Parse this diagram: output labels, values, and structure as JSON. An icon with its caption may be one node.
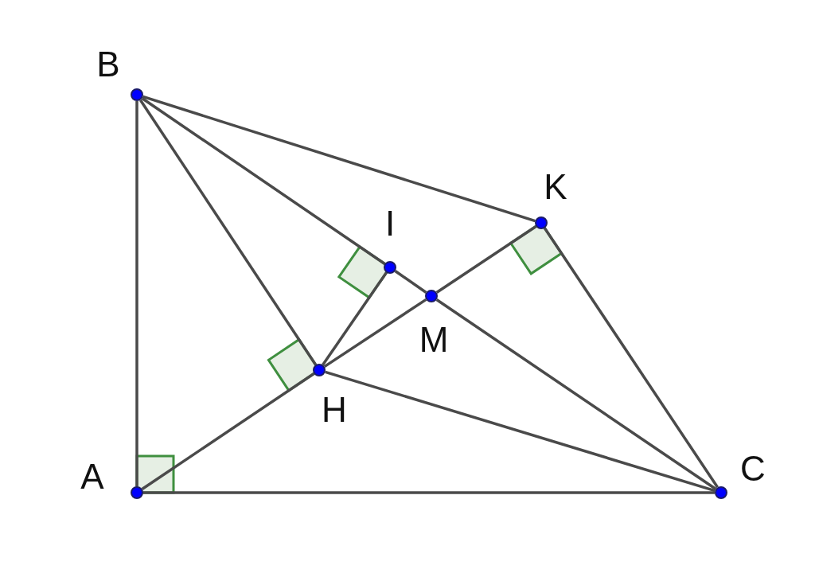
{
  "diagram": {
    "nodes": [
      {
        "text": [
          "B"
        ]
      },
      {
        "text": [
          "K"
        ]
      },
      {
        "text": [
          "I"
        ]
      },
      {
        "text": [
          "M"
        ]
      },
      {
        "text": [
          "H"
        ]
      },
      {
        "text": [
          "A"
        ]
      },
      {
        "text": [
          "C"
        ]
      }
    ],
    "edges": [
      {
        "from": 5,
        "to": 0,
        "arrow": "none"
      },
      {
        "from": 5,
        "to": 6,
        "arrow": "none"
      },
      {
        "from": 0,
        "to": 1,
        "arrow": "none"
      },
      {
        "from": 0,
        "to": 2,
        "arrow": "none"
      },
      {
        "from": 2,
        "to": 3,
        "arrow": "none"
      },
      {
        "from": 3,
        "to": 6,
        "arrow": "none"
      },
      {
        "from": 0,
        "to": 4,
        "arrow": "none"
      },
      {
        "from": 5,
        "to": 4,
        "arrow": "none"
      },
      {
        "from": 4,
        "to": 3,
        "arrow": "none"
      },
      {
        "from": 3,
        "to": 1,
        "arrow": "none"
      },
      {
        "from": 4,
        "to": 2,
        "arrow": "none"
      },
      {
        "from": 4,
        "to": 6,
        "arrow": "none"
      },
      {
        "from": 1,
        "to": 6,
        "arrow": "none"
      }
    ]
  }
}
